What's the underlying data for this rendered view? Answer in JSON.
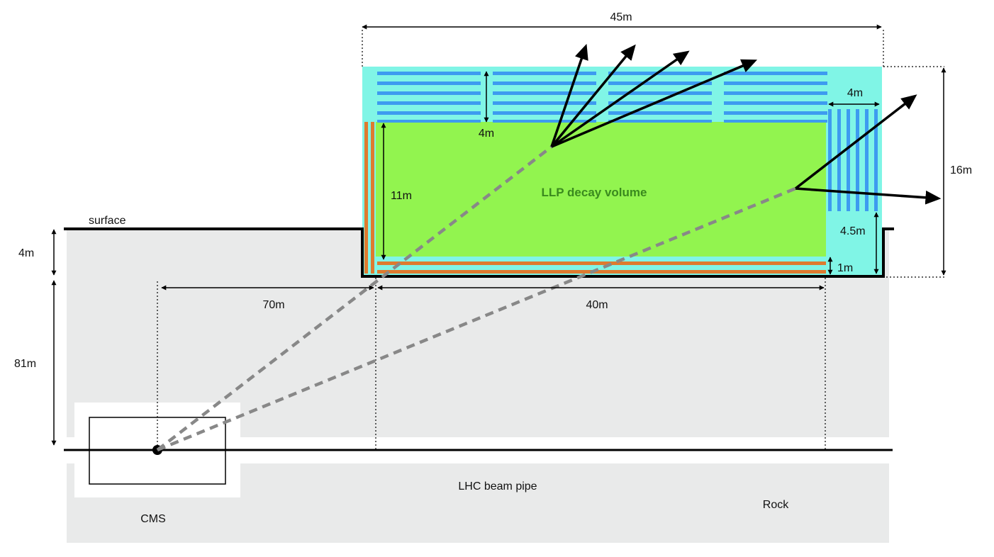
{
  "colors": {
    "rock": "#e9eaea",
    "cavern_bg": "#80f5e6",
    "decay_volume": "#92f44f",
    "decay_label": "#3a8a1e",
    "blue_layers": "#3d9bf0",
    "orange_layers": "#de7a2f",
    "track": "#888888",
    "arrow": "#000000"
  },
  "labels": {
    "surface": "surface",
    "rock": "Rock",
    "cms": "CMS",
    "beam_pipe": "LHC beam pipe",
    "decay_volume": "LLP decay volume"
  },
  "dimensions": {
    "total_width": "45m",
    "side_layers_width": "4m",
    "top_layers_height": "4m",
    "decay_height": "11m",
    "total_height": "16m",
    "side_gap": "4.5m",
    "floor_gap": "1m",
    "surface_depth": "4m",
    "depth_to_beam": "81m",
    "cms_distance": "70m",
    "decay_length": "40m"
  }
}
